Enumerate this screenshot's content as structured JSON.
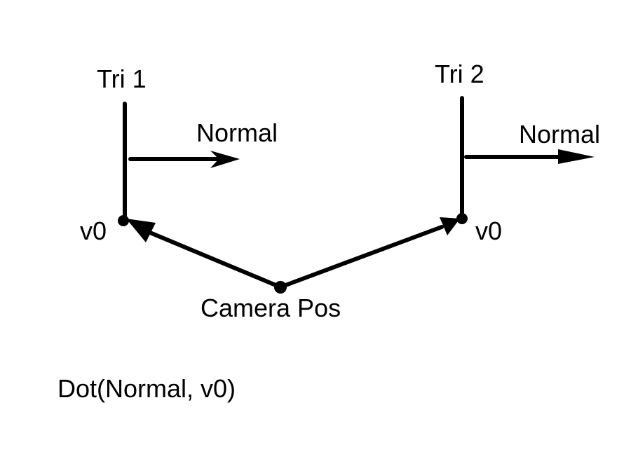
{
  "labels": {
    "tri1": "Tri 1",
    "tri2": "Tri 2",
    "normal1": "Normal",
    "normal2": "Normal",
    "v0_left": "v0",
    "v0_right": "v0",
    "camera": "Camera Pos",
    "formula": "Dot(Normal, v0)"
  },
  "colors": {
    "ink": "#000000",
    "background": "#ffffff"
  }
}
